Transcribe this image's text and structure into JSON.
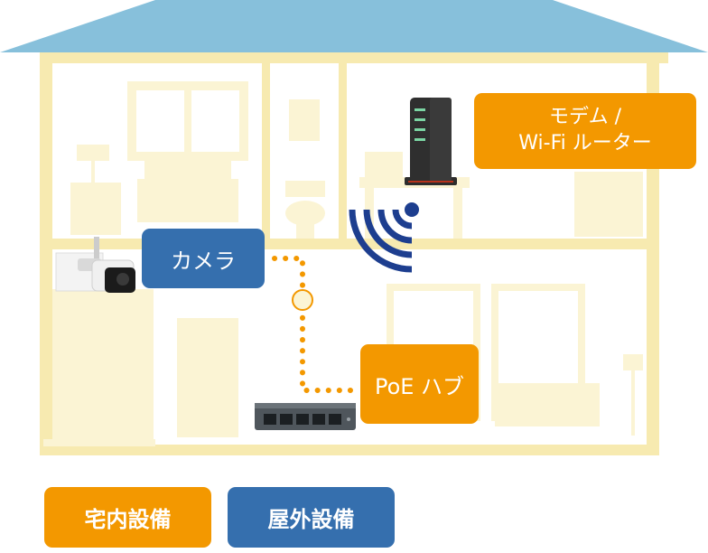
{
  "labels": {
    "camera": "カメラ",
    "router_line1": "モデム /",
    "router_line2": "Wi-Fi ルーター",
    "poe_hub": "PoE ハブ"
  },
  "legend": [
    {
      "label": "宅内設備",
      "color": "#f39800"
    },
    {
      "label": "屋外設備",
      "color": "#356fae"
    }
  ],
  "colors": {
    "roof": "#87c0db",
    "house_wall": "#f7eab0",
    "furniture": "#fbf4d4",
    "indoor_equipment": "#f39800",
    "outdoor_equipment": "#356fae",
    "wifi_signal": "#1d3e8f",
    "connection_line": "#f39800"
  },
  "icons": [
    "ip-camera-icon",
    "router-icon",
    "wifi-signal-icon",
    "poe-switch-icon"
  ]
}
